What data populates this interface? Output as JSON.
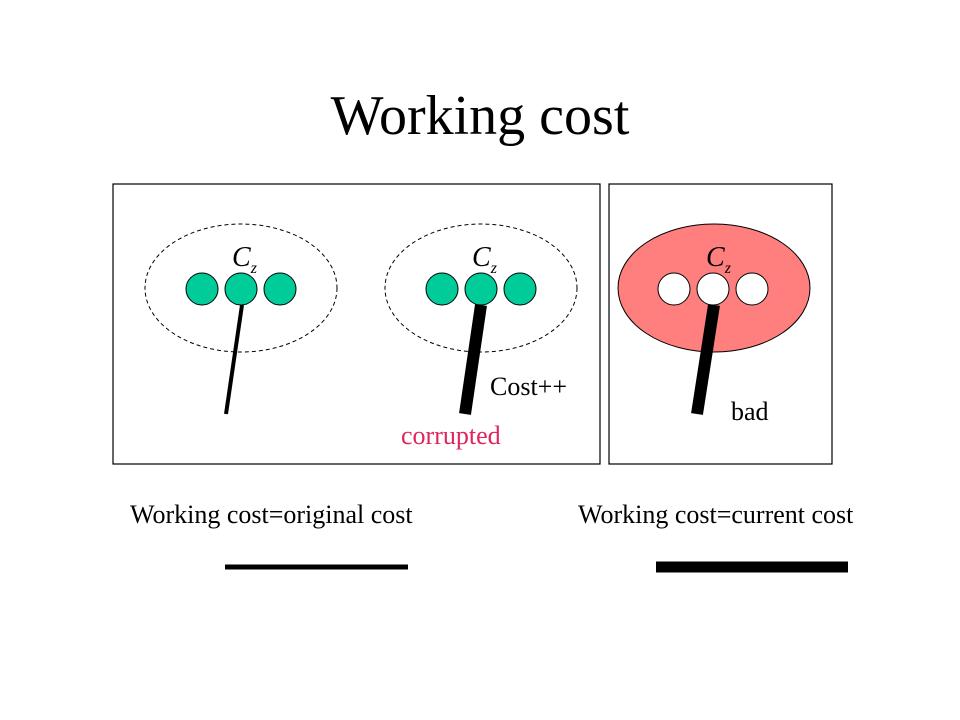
{
  "title": "Working cost",
  "colors": {
    "node_fill": "#00cc99",
    "bad_region_fill": "#ff7f7f",
    "corrupted_text": "#e0245e",
    "stroke": "#000000"
  },
  "panels": [
    {
      "clusters": [
        {
          "label": "C",
          "subscript": "z",
          "region": "dashed",
          "node_style": "filled",
          "edge_weight": "thin",
          "annotation": ""
        },
        {
          "label": "C",
          "subscript": "z",
          "region": "dashed",
          "node_style": "filled",
          "edge_weight": "thick",
          "annotation": "Cost++"
        }
      ],
      "note": "corrupted"
    },
    {
      "clusters": [
        {
          "label": "C",
          "subscript": "z",
          "region": "filled-red",
          "node_style": "empty",
          "edge_weight": "thick",
          "annotation": "bad"
        }
      ]
    }
  ],
  "captions": {
    "left": "Working cost=original cost",
    "right": "Working cost=current cost"
  },
  "legend_lines": {
    "left": "thin",
    "right": "thick"
  }
}
